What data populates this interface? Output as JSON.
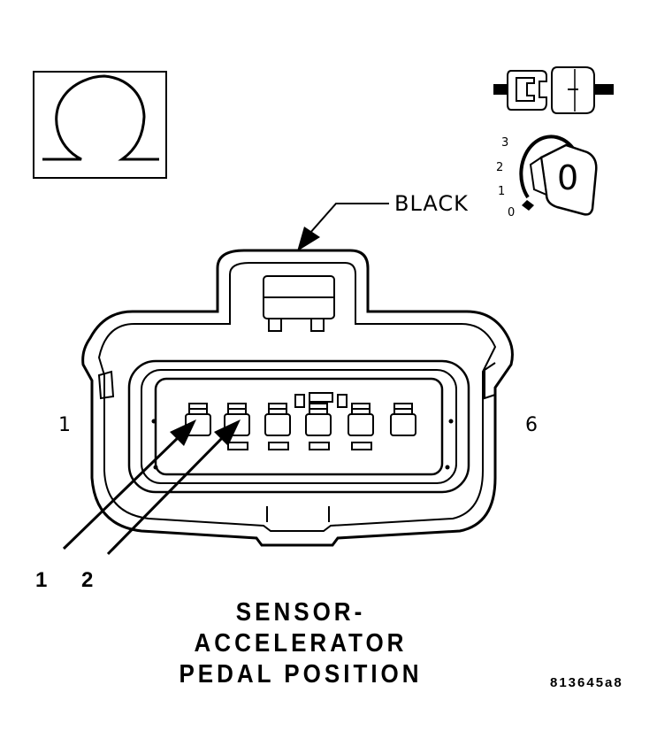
{
  "connector": {
    "color_label": "BLACK",
    "pin_end_left": "1",
    "pin_end_right": "6"
  },
  "ignition": {
    "positions": [
      "3",
      "2",
      "1",
      "0"
    ],
    "key_symbol": "0"
  },
  "callouts": [
    "1",
    "2"
  ],
  "title": {
    "lines": [
      "SENSOR-",
      "ACCELERATOR",
      "PEDAL POSITION"
    ]
  },
  "figure_id": "813645a8",
  "colors": {
    "ink": "#000000",
    "paper": "#ffffff"
  },
  "icons": [
    "ohm-symbol-icon",
    "connector-plug-icon",
    "ignition-key-icon"
  ]
}
